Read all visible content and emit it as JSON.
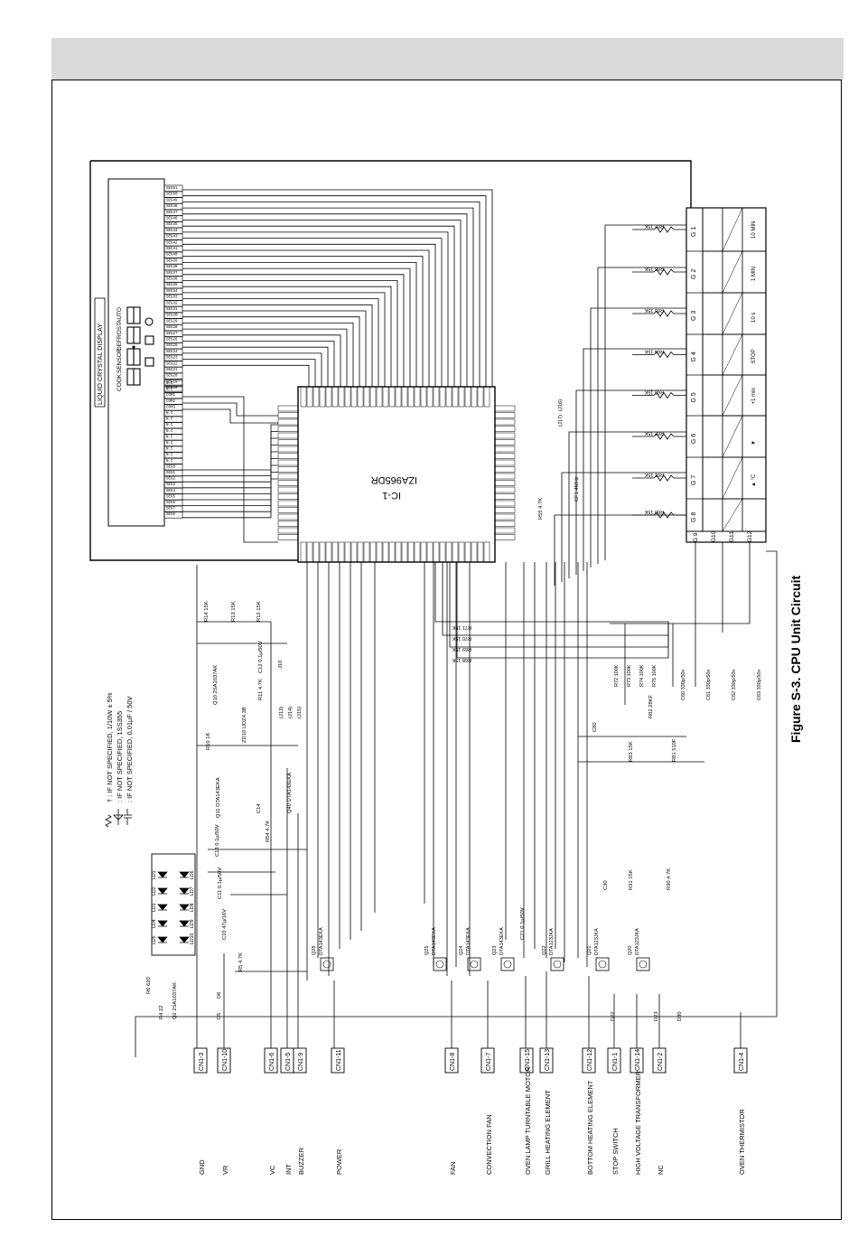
{
  "figure_title": "Figure S-3.  CPU Unit Circuit",
  "display_label": "LIQUID CRYSTAL DISPLAY",
  "display_mode_words": [
    "COOK",
    "SENSOR",
    "DEFROST",
    "AUTO"
  ],
  "ic": {
    "name": "IC-1",
    "part": "IZA965DR"
  },
  "legend": [
    "† : IF NOT SPECIFIED, 1/10W ± 5%",
    ": IF NOT SPECIFIED, 1SS355",
    ": IF NOT SPECIFIED, 0.01µF / 50V"
  ],
  "lcd_pins_top": [
    "SEG51",
    "SEG50",
    "SEG49",
    "SEG48",
    "SEG47",
    "SEG46",
    "SEG45",
    "SEG44",
    "SEG43",
    "SEG42",
    "SEG41",
    "SEG40",
    "SEG39",
    "SEG38",
    "SEG37",
    "SEG36",
    "SEG35",
    "SEG34",
    "SEG33",
    "SEG32",
    "SEG31",
    "SEG30",
    "SEG29",
    "SEG28",
    "SEG27",
    "SEG26",
    "SEG25",
    "SEG24",
    "SEG23",
    "SEG22",
    "SEG21",
    "SEG20",
    "SEG19",
    "SEG18"
  ],
  "lcd_pins_bottom": [
    "N.C",
    "N.C",
    "COM1",
    "COM2",
    "COM3",
    "N.C",
    "N.C",
    "N.C",
    "N.C",
    "N.C",
    "N.C",
    "N.C",
    "N.C",
    "N.C",
    "SEG0",
    "SEG1",
    "SEG2",
    "SEG3",
    "SEG4",
    "SEG5",
    "SEG6",
    "SEG7",
    "SEG8"
  ],
  "connectors": [
    {
      "id": "CN1-3",
      "label": "GND"
    },
    {
      "id": "CN1-10",
      "label": "VR"
    },
    {
      "id": "CN1-6",
      "label": "VC"
    },
    {
      "id": "CN1-5",
      "label": "INT"
    },
    {
      "id": "CN1-9",
      "label": "BUZZER"
    },
    {
      "id": "CN1-11",
      "label": "POWER"
    },
    {
      "id": "CN1-8",
      "label": "FAN"
    },
    {
      "id": "CN1-7",
      "label": "CONVECTION FAN"
    },
    {
      "id": "CN1-15",
      "label": "OVEN LAMP TURNTABLE MOTOR"
    },
    {
      "id": "CN1-13",
      "label": "GRILL HEATING ELEMENT"
    },
    {
      "id": "CN1-12",
      "label": "BOTTOM HEATING ELEMENT"
    },
    {
      "id": "CN1-1",
      "label": "STOP SWITCH"
    },
    {
      "id": "CN1-14",
      "label": "HIGH VOLTAGE TRANSFORMER"
    },
    {
      "id": "CN1-2",
      "label": "NC"
    },
    {
      "id": "CN1-4",
      "label": "OVEN THERMISTOR"
    }
  ],
  "keys": [
    {
      "g": "G 1",
      "res": "R67 15K",
      "key": "10 MIN"
    },
    {
      "g": "G 2",
      "res": "R66 15K",
      "key": "1 MIN"
    },
    {
      "g": "G 3",
      "res": "R65 15K",
      "key": "10 s"
    },
    {
      "g": "G 4",
      "res": "R64 15K",
      "key": "STOP"
    },
    {
      "g": "G 5",
      "res": "R63 15K",
      "key": "+1 min"
    },
    {
      "g": "G 6",
      "res": "R62 15K",
      "key": "▼"
    },
    {
      "g": "G 7",
      "res": "R61 15K",
      "key": "▲  °C"
    },
    {
      "g": "G 8",
      "res": "R60 15K",
      "key": ""
    }
  ],
  "key_bottom_cols": [
    "G 9",
    "G10",
    "G11",
    "G12"
  ],
  "transistors": [
    {
      "ref": "Q28",
      "part": "DTA143EKA"
    },
    {
      "ref": "Q25",
      "part": "DTA143EKA"
    },
    {
      "ref": "Q24",
      "part": "DTA143EKA"
    },
    {
      "ref": "Q23",
      "part": "DTA143EKA"
    },
    {
      "ref": "Q22",
      "part": "DTA123JKA"
    },
    {
      "ref": "Q21",
      "part": "DTA123JKA"
    },
    {
      "ref": "Q20",
      "part": "DTA123JKA"
    }
  ],
  "components_misc": {
    "q2": "Q2 2SA1037AK",
    "q10": "Q10 2SA1037AK",
    "q11": "Q11 DTA143EKA",
    "q40": "Q40 DTA143EKA",
    "r4": "R4 22",
    "r6": "R6 620",
    "r5": "R5 4.7K",
    "c10": "C10 47µ/16V",
    "c11": "C11 0.1µ/50V",
    "c13": "C13 0.1µ/50V",
    "c12": "C12 0.1µ/50V",
    "c14": "C14",
    "c21": "C21 0.1µ/50V",
    "c30": "C30",
    "c80": "C80",
    "r31": "R31 15K",
    "r30": "R30 4.7K",
    "r10": "R10 1K",
    "r11": "R11 4.7K",
    "r12": "R12 15K",
    "r13": "R13 15K",
    "r14": "R14 15K",
    "r54": "R54 4.7K",
    "r55": "R55 4.7K",
    "zd10": "ZD10 UDZ4.3B",
    "cf1": "CF1 4MHz",
    "r83": "R83 15K",
    "r81": "R81 510F",
    "r82": "R82 28KF",
    "d5": "D5",
    "d6": "D6",
    "d22": "D22",
    "d23": "D23",
    "d30": "D30",
    "j16": "(J16)",
    "j17": "(J17)",
    "j10": "J10",
    "j13": "(J13)",
    "j14": "(J14)",
    "j15": "(J15)",
    "pull_res": [
      "R72 100K",
      "R73 100K",
      "R74 100K",
      "R75 100K"
    ],
    "pull_caps": [
      "C60 330p/50v",
      "C61 330p/50v",
      "C62 330p/50v",
      "C63 330p/50v"
    ],
    "series_res": [
      "R71 15K",
      "R70 15K",
      "R69 15K",
      "R68 15K"
    ],
    "leds": [
      "LD1",
      "LD2",
      "LD3",
      "LD4",
      "LD5",
      "LD10",
      "LD9",
      "LD8",
      "LD7",
      "LD6"
    ]
  }
}
